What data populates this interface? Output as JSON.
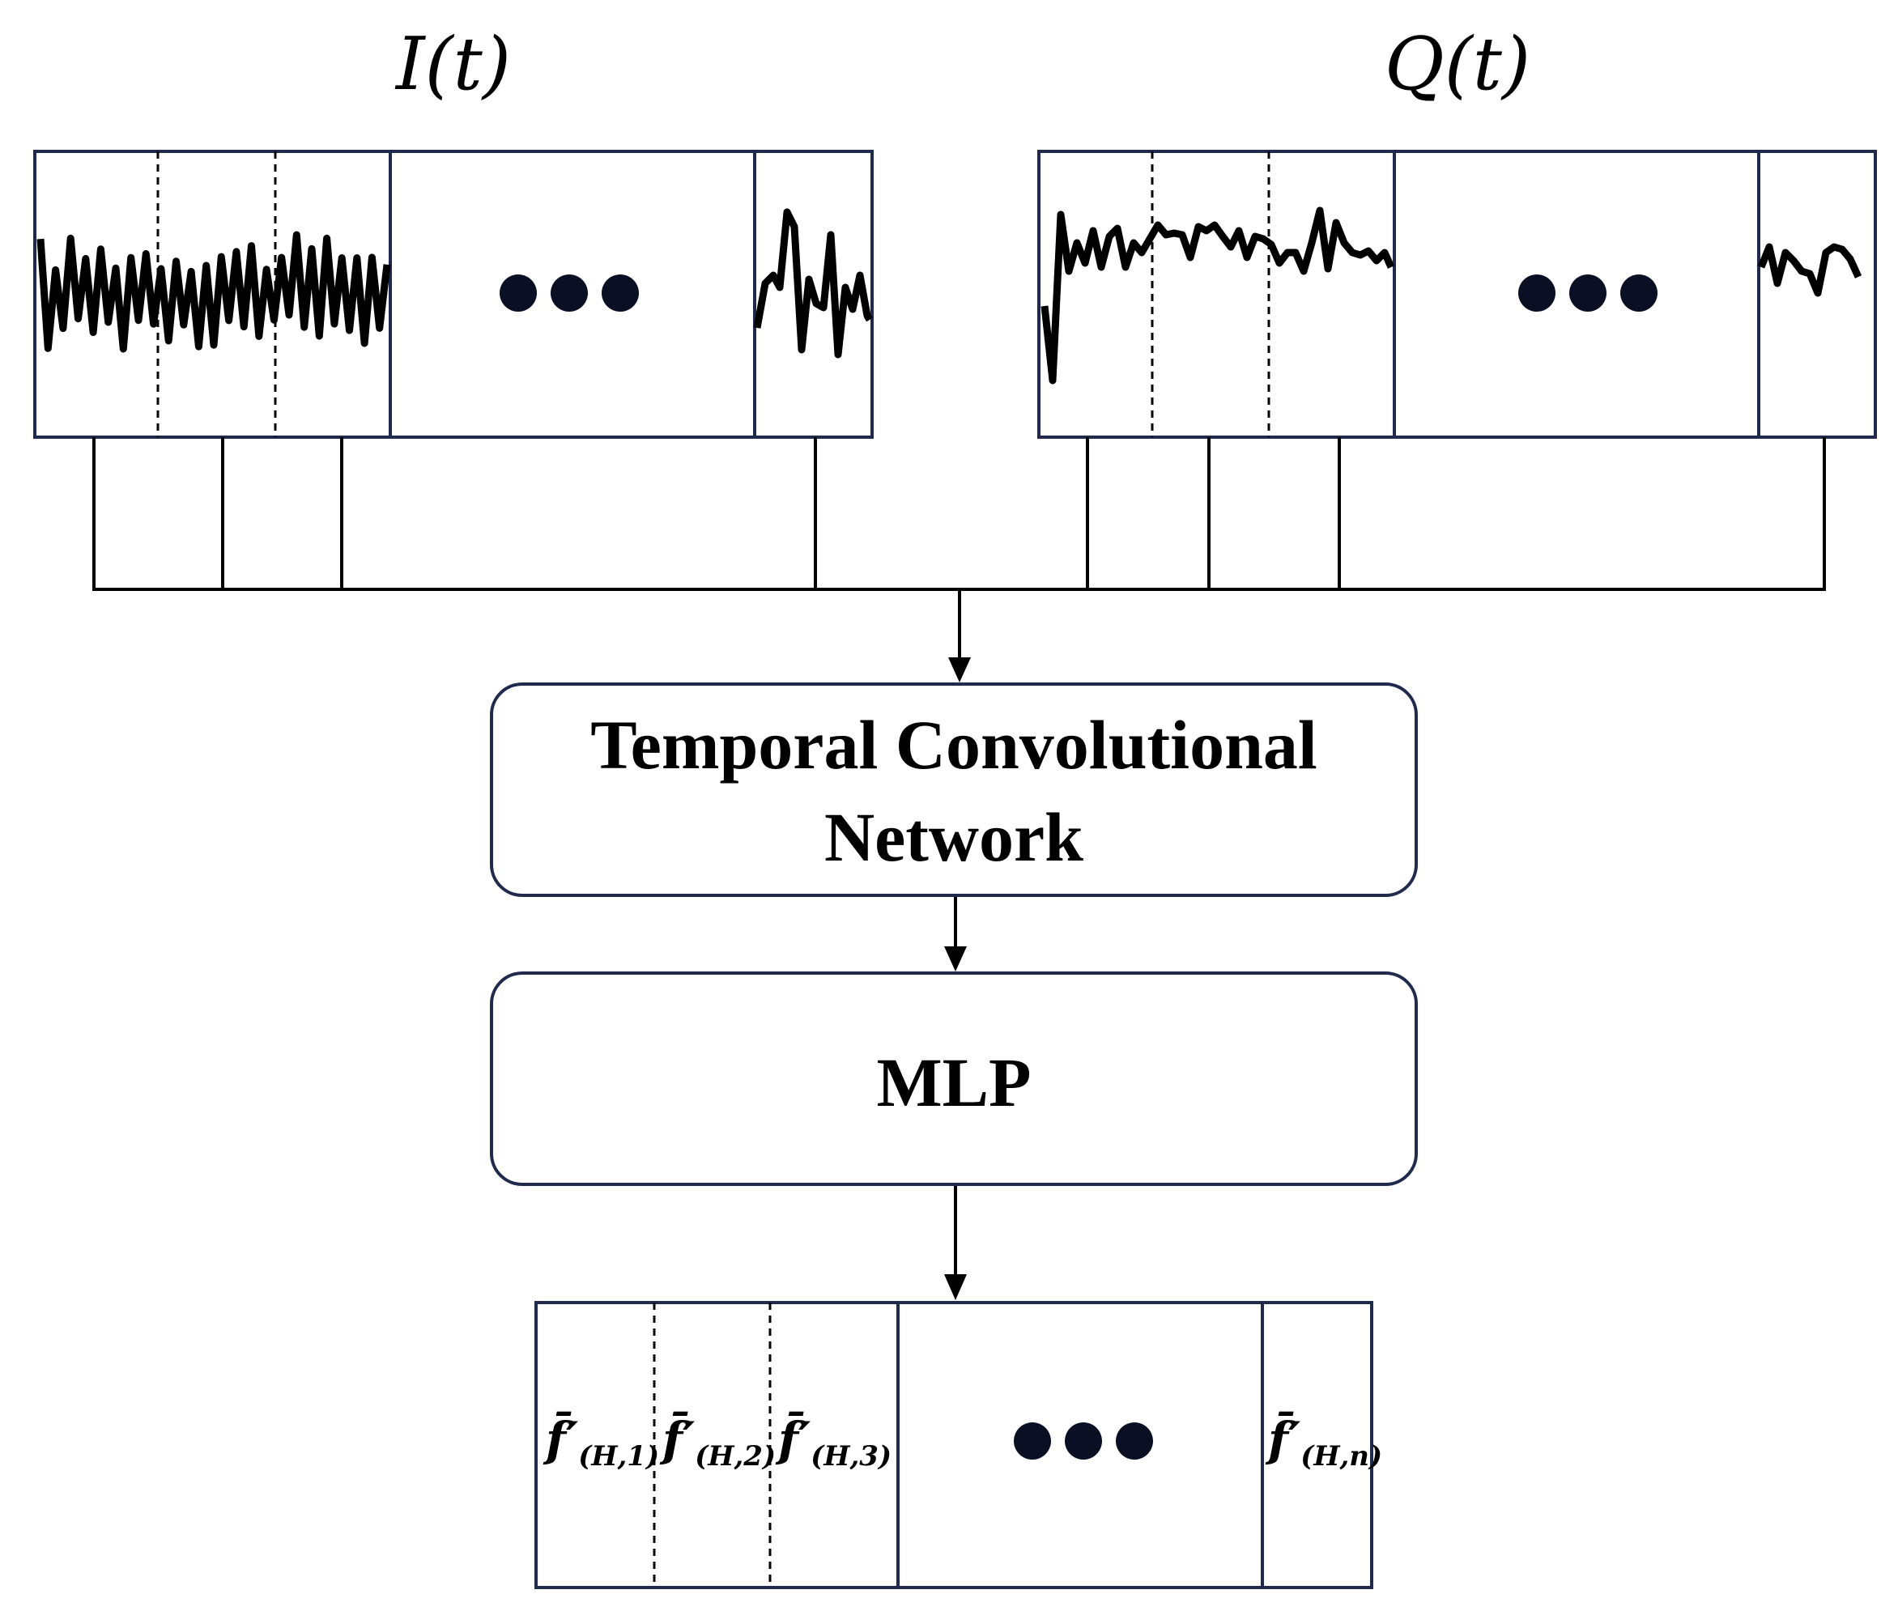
{
  "signals": {
    "i_label": "I(t)",
    "q_label": "Q(t)"
  },
  "network": {
    "tcn_line1": "Temporal Convolutional",
    "tcn_line2": "Network",
    "mlp": "MLP"
  },
  "output": {
    "features": [
      {
        "base": "f̄′",
        "sub": "(H,1)"
      },
      {
        "base": "f̄′",
        "sub": "(H,2)"
      },
      {
        "base": "f̄′",
        "sub": "(H,3)"
      },
      {
        "base": "f̄′",
        "sub": "(H,n)"
      }
    ]
  },
  "colors": {
    "frame": "#1f2a4d",
    "ink": "#000000",
    "dot": "#0a0f24"
  }
}
